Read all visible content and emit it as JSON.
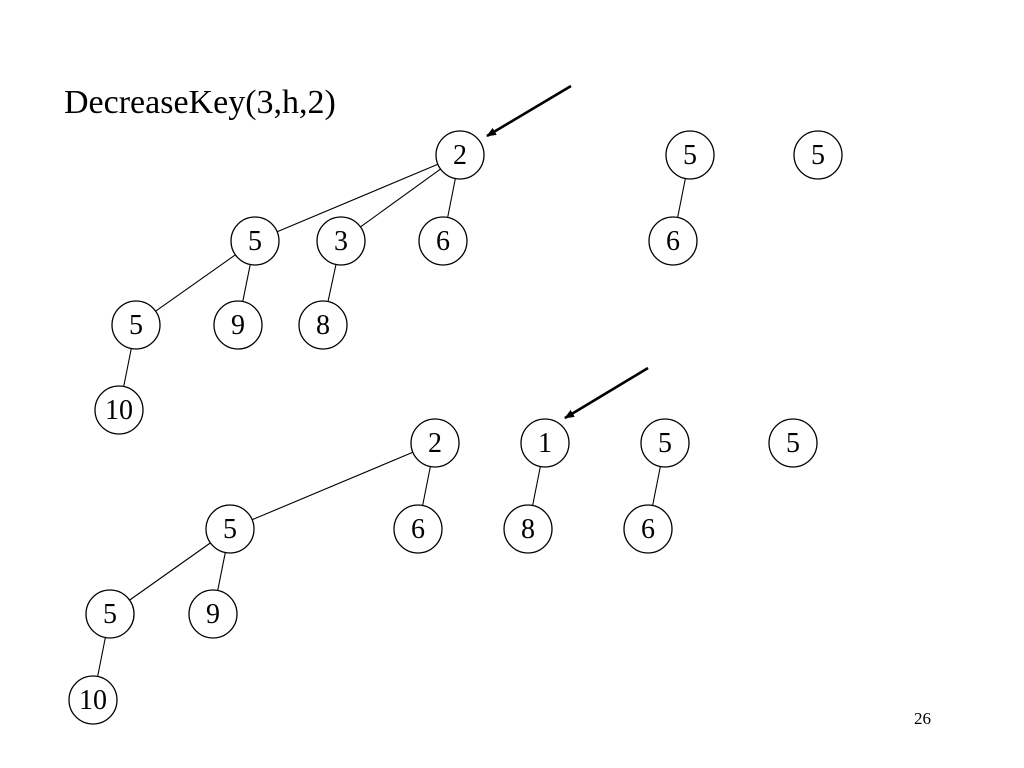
{
  "slide": {
    "title": "DecreaseKey(3,h,2)",
    "page_number": "26"
  },
  "diagrams": [
    {
      "name": "before",
      "nodes": [
        {
          "id": "a1",
          "key": "2"
        },
        {
          "id": "a2",
          "key": "5"
        },
        {
          "id": "a3",
          "key": "3"
        },
        {
          "id": "a4",
          "key": "6"
        },
        {
          "id": "a5",
          "key": "5"
        },
        {
          "id": "a6",
          "key": "9"
        },
        {
          "id": "a7",
          "key": "8"
        },
        {
          "id": "a8",
          "key": "10"
        },
        {
          "id": "a9",
          "key": "5"
        },
        {
          "id": "a10",
          "key": "6"
        },
        {
          "id": "a11",
          "key": "5"
        }
      ],
      "edges": [
        [
          "a1",
          "a2"
        ],
        [
          "a1",
          "a3"
        ],
        [
          "a1",
          "a4"
        ],
        [
          "a2",
          "a5"
        ],
        [
          "a2",
          "a6"
        ],
        [
          "a3",
          "a7"
        ],
        [
          "a5",
          "a8"
        ],
        [
          "a9",
          "a10"
        ]
      ],
      "pointer_target": "a1"
    },
    {
      "name": "after",
      "nodes": [
        {
          "id": "b1",
          "key": "2"
        },
        {
          "id": "b2",
          "key": "5"
        },
        {
          "id": "b3",
          "key": "6"
        },
        {
          "id": "b4",
          "key": "5"
        },
        {
          "id": "b5",
          "key": "9"
        },
        {
          "id": "b6",
          "key": "10"
        },
        {
          "id": "b7",
          "key": "1"
        },
        {
          "id": "b8",
          "key": "8"
        },
        {
          "id": "b9",
          "key": "5"
        },
        {
          "id": "b10",
          "key": "6"
        },
        {
          "id": "b11",
          "key": "5"
        }
      ],
      "edges": [
        [
          "b1",
          "b2"
        ],
        [
          "b1",
          "b3"
        ],
        [
          "b2",
          "b4"
        ],
        [
          "b2",
          "b5"
        ],
        [
          "b4",
          "b6"
        ],
        [
          "b7",
          "b8"
        ],
        [
          "b9",
          "b10"
        ]
      ],
      "pointer_target": "b7"
    }
  ]
}
